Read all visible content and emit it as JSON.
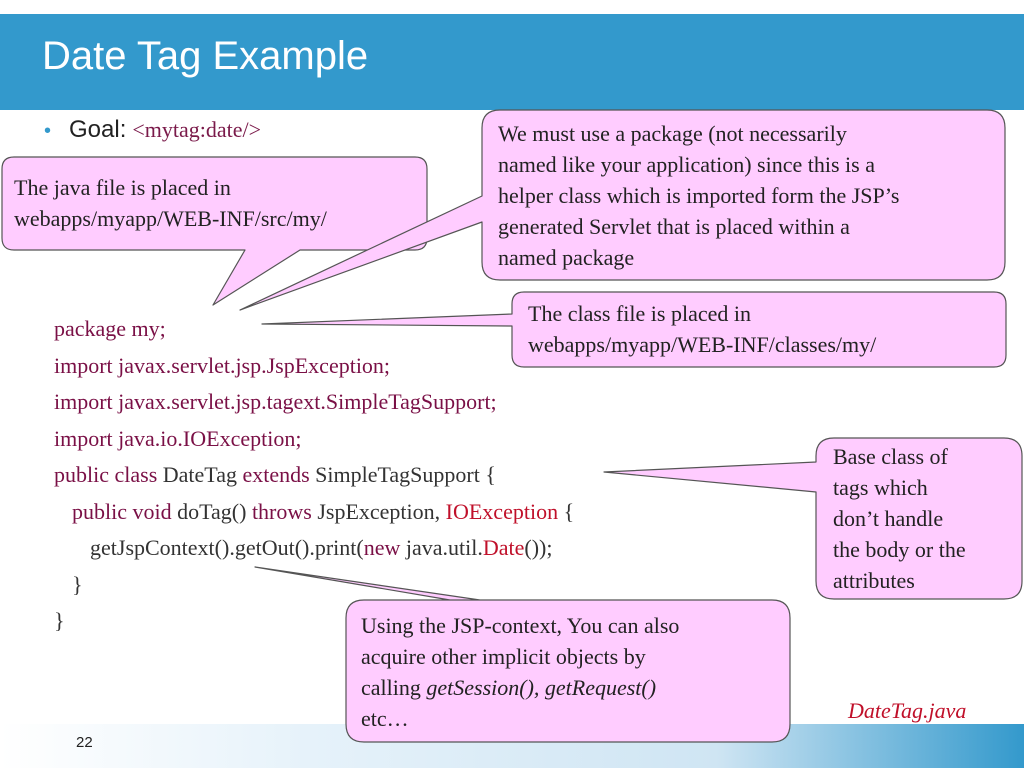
{
  "title": "Date Tag Example",
  "bullet": {
    "label": "Goal:",
    "tag": "<mytag:date/>"
  },
  "code": {
    "l1": {
      "a": "package my;"
    },
    "l2": {
      "a": "import javax.servlet.jsp.JspException;"
    },
    "l3": {
      "a": "import javax.servlet.jsp.tagext.SimpleTagSupport;"
    },
    "l4": {
      "a": "import java.io.IOException;"
    },
    "l5": {
      "kw1": "public class",
      "t1": " DateTag ",
      "kw2": "extends",
      "t2": " SimpleTagSupport {"
    },
    "l6": {
      "kw1": "public void",
      "t1": " doTag() ",
      "kw2": "throws",
      "t2": " JspException, ",
      "red": "IOException",
      "t3": " {"
    },
    "l7": {
      "t1": "getJspContext().getOut().print(",
      "kw1": "new",
      "t2": " java.util.",
      "red": "Date",
      "t3": "());"
    },
    "l8": {
      "a": "}"
    },
    "l9": {
      "a": "}"
    }
  },
  "callouts": {
    "java_file": {
      "line1": "The java file is placed in",
      "line2": "webapps/myapp/WEB-INF/src/my/"
    },
    "package": {
      "line1": "We must use a package (not necessarily",
      "line2": "named like your application) since this is a",
      "line3": "helper class which is imported form the JSP’s",
      "line4": "generated Servlet that is placed within a",
      "line5": "named package"
    },
    "class_file": {
      "line1": "The class file is placed in",
      "line2": "webapps/myapp/WEB-INF/classes/my/"
    },
    "base_class": {
      "line1": "Base class of",
      "line2": "tags which",
      "line3": "don’t handle",
      "line4": "the body or the",
      "line5": "attributes"
    },
    "jsp_context": {
      "line1": "Using the JSP-context, You can also",
      "line2": "acquire other implicit objects by",
      "line3_prefix": "calling ",
      "line3_italic": "getSession(), getRequest()",
      "line4": "etc…"
    }
  },
  "filename": "DateTag.java",
  "page_number": "22",
  "colors": {
    "title_bar": "#3399cc",
    "callout_fill": "#ffccff",
    "callout_stroke": "#555555",
    "keyword": "#7a1046",
    "highlight_red": "#c0102a"
  }
}
